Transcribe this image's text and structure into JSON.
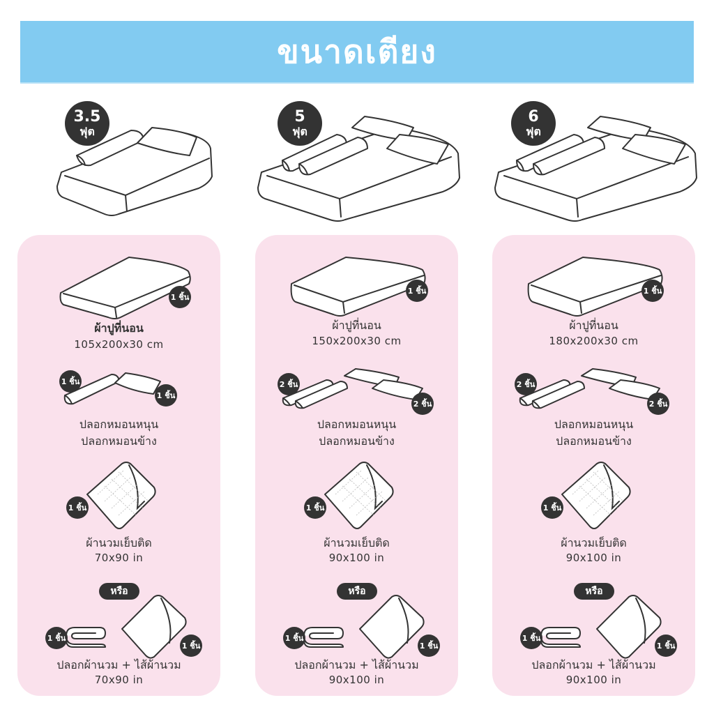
{
  "title": "ขนาดเตียง",
  "colors": {
    "title_bar": "#82cbf1",
    "panel_bg": "#fae1ec",
    "badge_bg": "#333333",
    "text": "#333333"
  },
  "or_label": "หรือ",
  "columns": [
    {
      "size": "3.5",
      "unit": "ฟุต",
      "fitted_sheet": {
        "label": "ผ้าปูที่นอน",
        "dimensions": "105x200x30 cm",
        "pieces": "1 ชิ้น"
      },
      "pillowcases": {
        "label_1": "ปลอกหมอนหนุน",
        "label_2": "ปลอกหมอนข้าง",
        "bolster_pieces": "1 ชิ้น",
        "pillow_pieces": "1 ชิ้น"
      },
      "quilt": {
        "label": "ผ้านวมเย็บติด",
        "dimensions": "70x90 in",
        "pieces": "1 ชิ้น"
      },
      "duvet_set": {
        "label": "ปลอกผ้านวม + ไส้ผ้านวม",
        "dimensions": "70x90 in",
        "cover_pieces": "1 ชิ้น",
        "insert_pieces": "1 ชิ้น"
      }
    },
    {
      "size": "5",
      "unit": "ฟุต",
      "fitted_sheet": {
        "label": "ผ้าปูที่นอน",
        "dimensions": "150x200x30 cm",
        "pieces": "1 ชิ้น"
      },
      "pillowcases": {
        "label_1": "ปลอกหมอนหนุน",
        "label_2": "ปลอกหมอนข้าง",
        "bolster_pieces": "2 ชิ้น",
        "pillow_pieces": "2 ชิ้น"
      },
      "quilt": {
        "label": "ผ้านวมเย็บติด",
        "dimensions": "90x100 in",
        "pieces": "1 ชิ้น"
      },
      "duvet_set": {
        "label": "ปลอกผ้านวม + ไส้ผ้านวม",
        "dimensions": "90x100 in",
        "cover_pieces": "1 ชิ้น",
        "insert_pieces": "1 ชิ้น"
      }
    },
    {
      "size": "6",
      "unit": "ฟุต",
      "fitted_sheet": {
        "label": "ผ้าปูที่นอน",
        "dimensions": "180x200x30 cm",
        "pieces": "1 ชิ้น"
      },
      "pillowcases": {
        "label_1": "ปลอกหมอนหนุน",
        "label_2": "ปลอกหมอนข้าง",
        "bolster_pieces": "2 ชิ้น",
        "pillow_pieces": "2 ชิ้น"
      },
      "quilt": {
        "label": "ผ้านวมเย็บติด",
        "dimensions": "90x100 in",
        "pieces": "1 ชิ้น"
      },
      "duvet_set": {
        "label": "ปลอกผ้านวม + ไส้ผ้านวม",
        "dimensions": "90x100 in",
        "cover_pieces": "1 ชิ้น",
        "insert_pieces": "1 ชิ้น"
      }
    }
  ]
}
